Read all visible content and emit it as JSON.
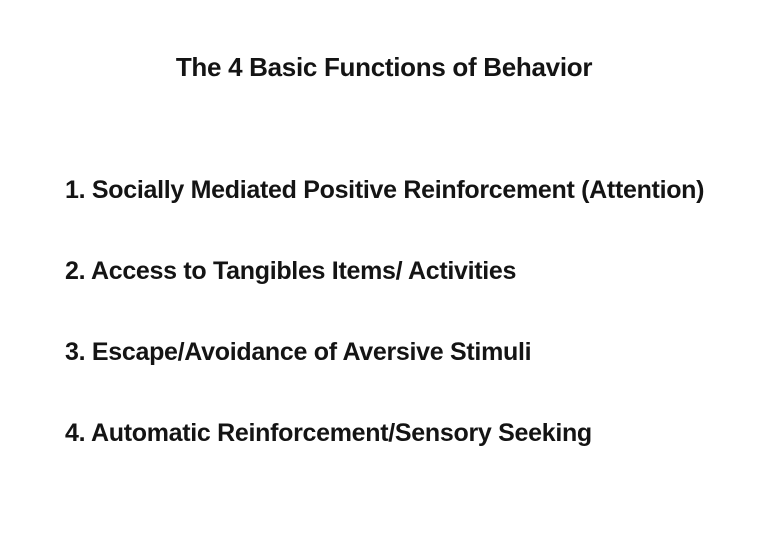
{
  "title": "The 4 Basic Functions of Behavior",
  "items": [
    {
      "text": "1. Socially Mediated Positive Reinforcement (Attention)"
    },
    {
      "text": "2. Access to Tangibles Items/ Activities"
    },
    {
      "text": "3. Escape/Avoidance of Aversive Stimuli"
    },
    {
      "text": "4. Automatic Reinforcement/Sensory Seeking"
    }
  ],
  "colors": {
    "text": "#141414",
    "background": "#ffffff"
  }
}
